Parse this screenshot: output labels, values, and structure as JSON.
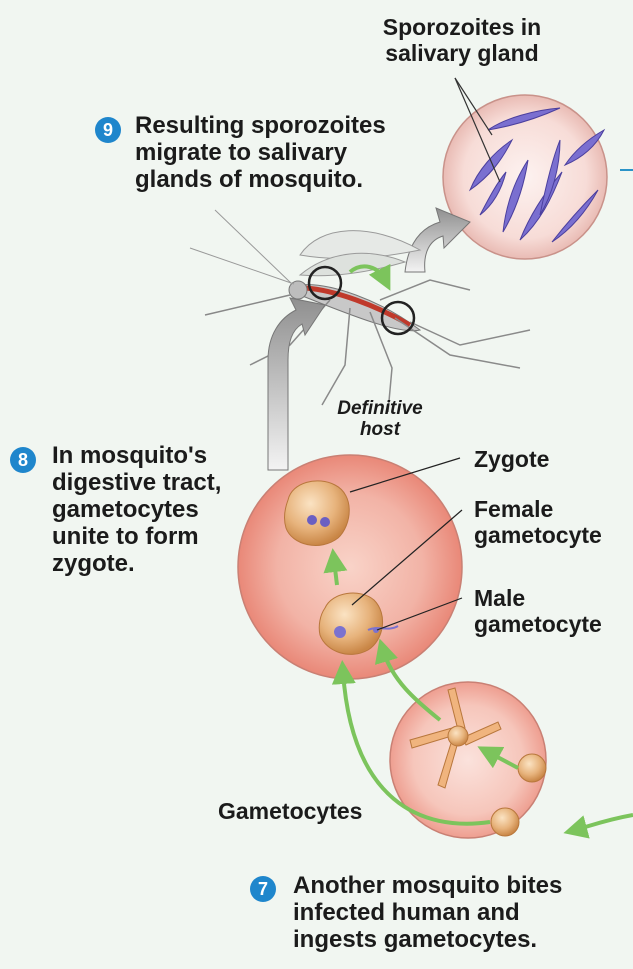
{
  "steps": [
    {
      "number": "9",
      "text": "Resulting sporozoites\nmigrate to salivary\nglands of mosquito."
    },
    {
      "number": "8",
      "text": "In mosquito's\ndigestive tract,\ngametocytes\nunite to form\nzygote."
    },
    {
      "number": "7",
      "text": "Another mosquito bites\ninfected human and\ningests gametocytes."
    }
  ],
  "labels": {
    "sporozoites": "Sporozoites in\nsalivary gland",
    "definitive_host": "Definitive\nhost",
    "zygote": "Zygote",
    "female_gametocyte": "Female\ngametocyte",
    "male_gametocyte": "Male\ngametocyte",
    "gametocytes": "Gametocytes"
  },
  "colors": {
    "badge_blue": "#1f86cc",
    "arrow_green": "#7cc45c",
    "arrow_gray": "#8c8c8c",
    "sporozoite_purple": "#6a62c4"
  }
}
